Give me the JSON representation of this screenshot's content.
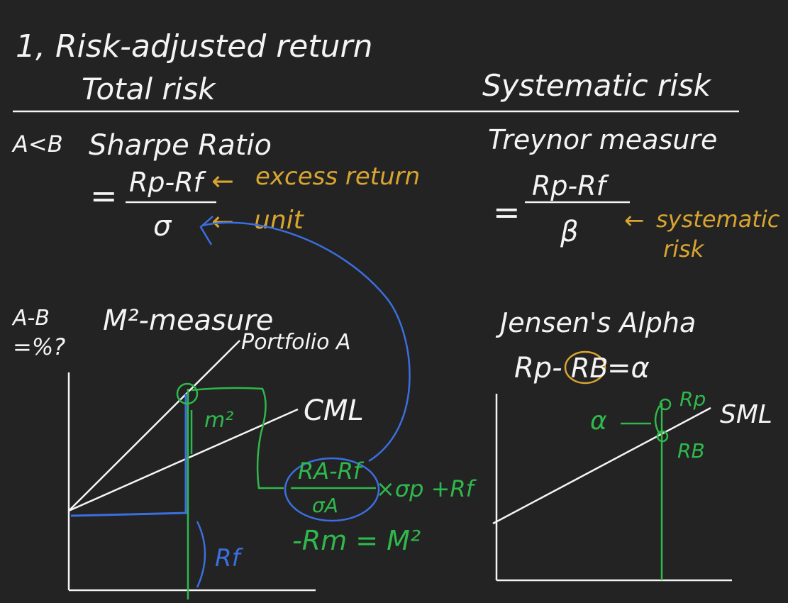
{
  "colors": {
    "background": "#232323",
    "ink_white": "#f4f4f4",
    "ink_yellow": "#d9a531",
    "ink_green": "#2fb84c",
    "ink_blue": "#3b6fe0"
  },
  "heading": {
    "title": "1, Risk-adjusted return",
    "left_column": "Total risk",
    "right_column": "Systematic risk"
  },
  "sharpe": {
    "compare": "A<B",
    "title": "Sharpe Ratio",
    "equals": "=",
    "numerator": "Rp-Rf",
    "denominator": "σ",
    "arrow_numerator": "←",
    "note_numerator": "excess return",
    "arrow_denominator": "←",
    "note_denominator": "unit"
  },
  "treynor": {
    "title": "Treynor measure",
    "equals": "=",
    "numerator": "Rp-Rf",
    "denominator": "β",
    "arrow": "←",
    "note_line1": "systematic",
    "note_line2": "risk"
  },
  "m2": {
    "compare_line1": "A-B",
    "compare_line2": "=%?",
    "title": "M²-measure",
    "portfolio_label": "Portfolio A",
    "cml_label": "CML",
    "m2_label": "m²",
    "rf_label": "Rf",
    "formula_num": "RA-Rf",
    "formula_den": "σA",
    "formula_tail": "×σp +Rf",
    "formula_line2": "-Rm = M²"
  },
  "jensen": {
    "title": "Jensen's Alpha",
    "formula_lhs": "Rp-",
    "formula_circled": "RB",
    "formula_rhs": "=α",
    "alpha_label": "α",
    "rp_label": "Rp",
    "rb_label": "RB",
    "sml_label": "SML"
  }
}
